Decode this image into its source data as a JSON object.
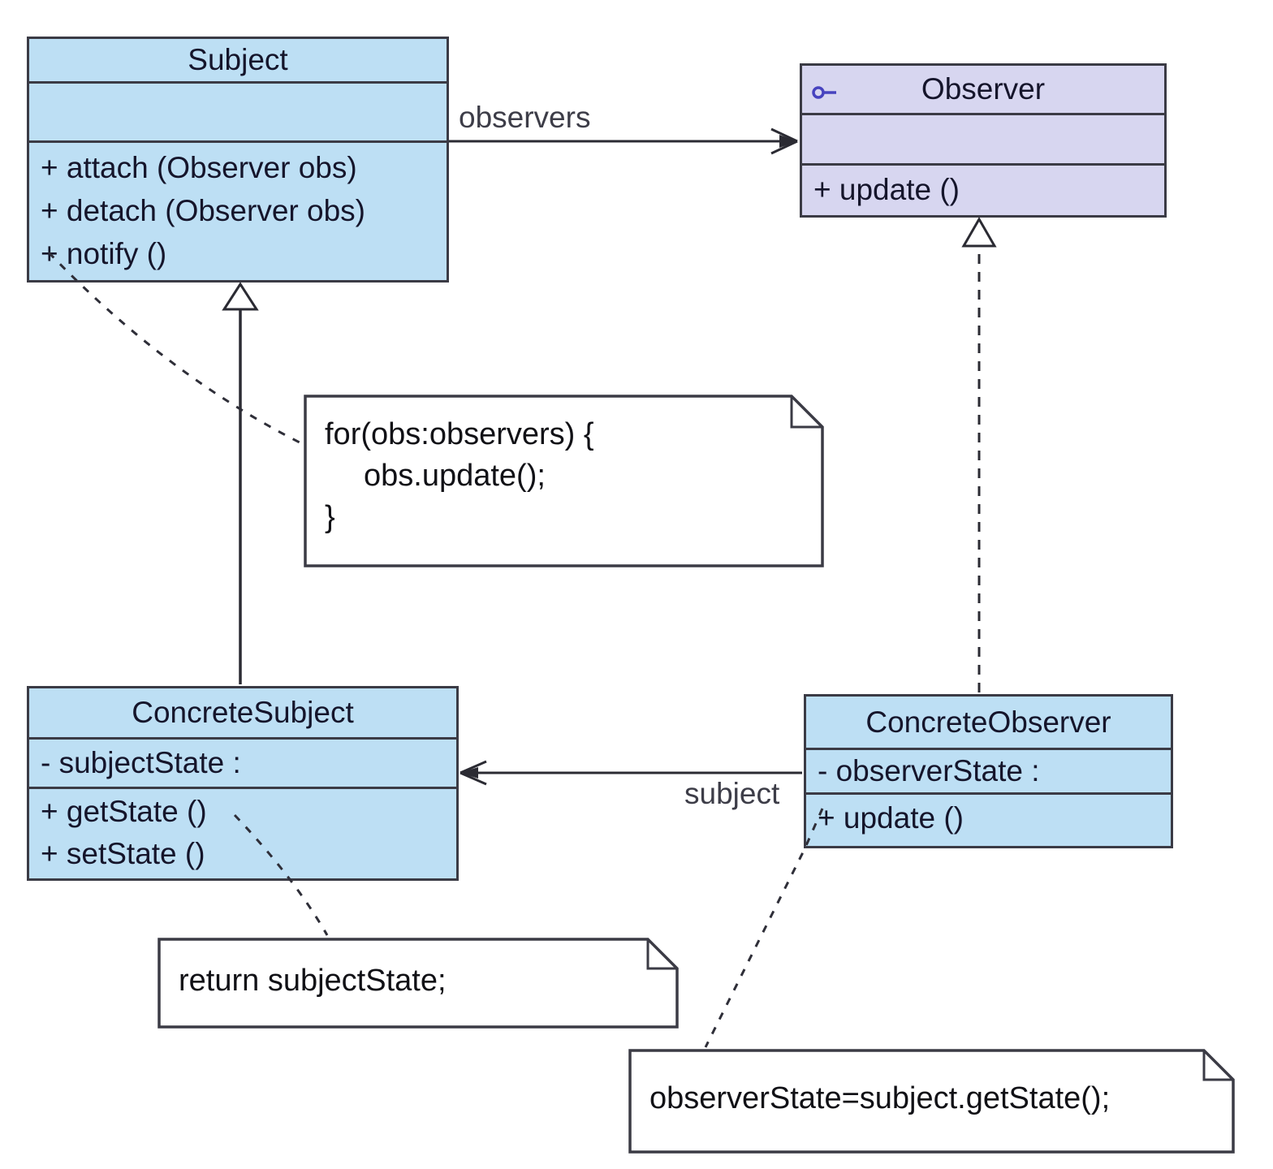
{
  "diagram": {
    "kind": "uml-class-diagram",
    "pattern": "Observer pattern"
  },
  "classes": {
    "subject": {
      "name": "Subject",
      "attributes": [],
      "methods": [
        "+ attach (Observer obs)",
        "+ detach (Observer obs)",
        "+ notify ()"
      ]
    },
    "observer": {
      "name": "Observer",
      "stereotype_icon": "interface-lollipop",
      "attributes": [],
      "methods": [
        "+ update ()"
      ]
    },
    "concreteSubject": {
      "name": "ConcreteSubject",
      "attributes": [
        "- subjectState :"
      ],
      "methods": [
        "+ getState ()",
        "+ setState ()"
      ]
    },
    "concreteObserver": {
      "name": "ConcreteObserver",
      "attributes": [
        "- observerState :"
      ],
      "methods": [
        "+ update ()"
      ]
    }
  },
  "edges": {
    "observers_label": "observers",
    "subject_label": "subject"
  },
  "notes": {
    "notify": {
      "lines": [
        "for(obs:observers) {",
        "obs.update();",
        "}"
      ]
    },
    "getState": {
      "lines": [
        "return subjectState;"
      ]
    },
    "update": {
      "lines": [
        "observerState=subject.getState();"
      ]
    }
  },
  "colors": {
    "class_fill": "#BDDFF4",
    "interface_fill": "#D7D6F0",
    "border": "#3B3B45",
    "line": "#2B2B33",
    "note_fill": "#FFFFFF",
    "class_text": "#15152B",
    "note_text": "#111116",
    "label_text": "#3D3D48",
    "interface_icon": "#4743BF",
    "background": "#FFFFFF"
  }
}
